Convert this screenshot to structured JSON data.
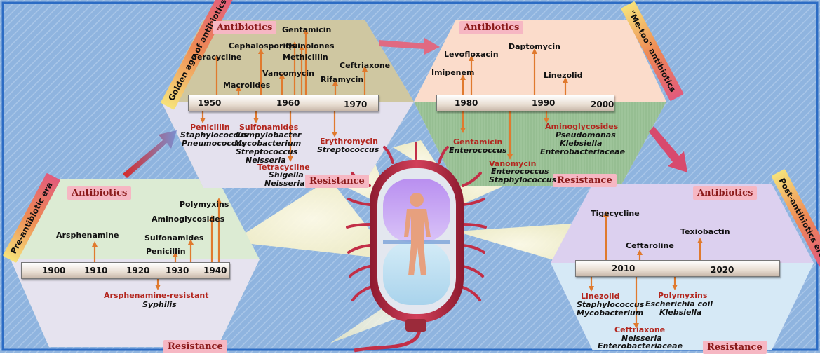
{
  "eras": {
    "pre": "Pre-antibiotic era",
    "golden": "Golden age of antibiotics",
    "metoo": "\"Me-too\" antibiotics",
    "post": "Post-antibiotics era"
  },
  "headers": {
    "antibiotics": "Antibiotics",
    "resistance": "Resistance"
  },
  "pre": {
    "years": [
      "1900",
      "1910",
      "1920",
      "1930",
      "1940"
    ],
    "antibiotics": [
      "Arsphenamine",
      "Penicillin",
      "Sulfonamides",
      "Aminoglycosides",
      "Polymyxins"
    ],
    "resistance_drug": "Arsphenamine-resistant",
    "resistance_org": "Syphilis"
  },
  "golden": {
    "years": [
      "1950",
      "1960",
      "1970"
    ],
    "antibiotics": [
      "Teracycline",
      "Macrolides",
      "Cephalosporins",
      "Vancomycin",
      "Methicillin",
      "Quinolones",
      "Gentamicin",
      "Rifamycin",
      "Ceftriaxone"
    ],
    "res1_drug": "Penicillin",
    "res1_orgs": [
      "Staphylococcus",
      "Pneumococcus"
    ],
    "res2_drug": "Sulfonamides",
    "res2_orgs": [
      "Campylobacter",
      "Mycobacterium",
      "Streptococcus",
      "Neisseria"
    ],
    "res3_drug": "Tetracycline",
    "res3_orgs": [
      "Shigella",
      "Neisseria"
    ],
    "res4_drug": "Erythromycin",
    "res4_orgs": [
      "Streptococcus"
    ]
  },
  "metoo": {
    "years": [
      "1980",
      "1990",
      "2000"
    ],
    "antibiotics": [
      "Imipenem",
      "Levofloxacin",
      "Daptomycin",
      "Linezolid"
    ],
    "res1_drug": "Gentamicin",
    "res1_orgs": [
      "Enterococcus"
    ],
    "res2_drug": "Vanomycin",
    "res2_orgs": [
      "Enterococcus",
      "Staphylococcus"
    ],
    "res3_drug": "Aminoglycosides",
    "res3_orgs": [
      "Pseudomonas",
      "Klebsiella",
      "Enterobacteriaceae"
    ]
  },
  "post": {
    "years": [
      "2010",
      "2020"
    ],
    "antibiotics": [
      "Tigecycline",
      "Ceftaroline",
      "Texiobactin"
    ],
    "res1_drug": "Linezolid",
    "res1_orgs": [
      "Staphylococcus",
      "Mycobacterium"
    ],
    "res2_drug": "Polymyxins",
    "res2_orgs": [
      "Escherichia coil",
      "Klebsiella"
    ],
    "res3_drug": "Ceftriaxone",
    "res3_orgs": [
      "Neisseria",
      "Enterobacteriaceae"
    ]
  },
  "colors": {
    "arrow": "#e07a2e",
    "background": "#8fb4df",
    "bacterium": "#c22e47",
    "resistance_text": "#b3261e"
  }
}
